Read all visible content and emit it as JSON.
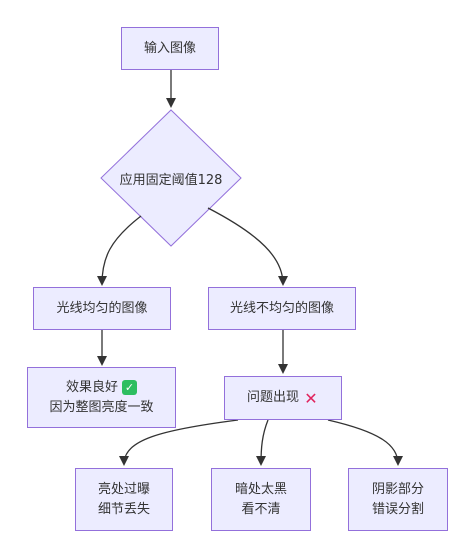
{
  "flowchart": {
    "nodes": {
      "input": "输入图像",
      "decision": "应用固定阈值128",
      "uniform": "光线均匀的图像",
      "nonuniform": "光线不均匀的图像",
      "good_line1": "效果良好",
      "good_icon": "check-mark-emoji",
      "good_line2": "因为整图亮度一致",
      "problem": "问题出现",
      "problem_icon": "cross-mark-emoji",
      "bright_line1": "亮处过曝",
      "bright_line2": "细节丢失",
      "dark_line1": "暗处太黑",
      "dark_line2": "看不清",
      "shadow_line1": "阴影部分",
      "shadow_line2": "错误分割"
    },
    "colors": {
      "node_fill": "#ECECFF",
      "node_border": "#9370DB",
      "edge": "#333333"
    }
  }
}
